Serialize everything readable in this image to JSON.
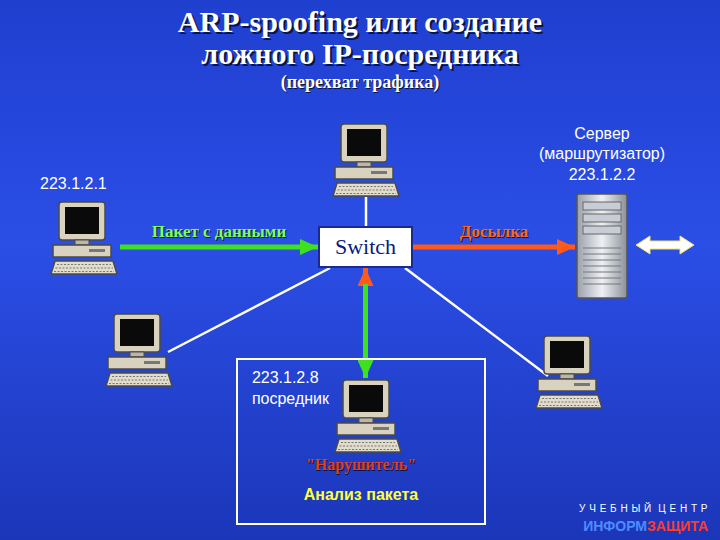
{
  "diagram": {
    "title": "ARP-spoofing или создание ложного IP-посредника",
    "nodes": [
      {
        "text": [
          "223.1.2.1"
        ]
      },
      {
        "text": [
          "Switch"
        ]
      },
      {
        "text": [
          "Сервер (маршрутизатор)",
          "223.1.2.2"
        ]
      },
      {
        "text": [
          "\"Нарушитель\"",
          "Анализ пакета"
        ]
      },
      {
        "text": [
          "223.1.2.8 посредник"
        ],
        "in": 3
      }
    ],
    "edges": [
      {
        "from": 0,
        "to": 1,
        "label": "Пакет с данными",
        "arrow": "to"
      },
      {
        "from": 1,
        "to": 2,
        "label": "Досылка",
        "arrow": "to"
      },
      {
        "from": 4,
        "to": 1,
        "arrow": "to"
      },
      {
        "from": 1,
        "to": 4,
        "arrow": "to"
      }
    ],
    "labels": [
      "(перехват трафика)",
      "У Ч Е Б Н Ы Й  Ц Е Н Т Р",
      "ИНФОРМ",
      "ЗАЩИТА"
    ]
  }
}
